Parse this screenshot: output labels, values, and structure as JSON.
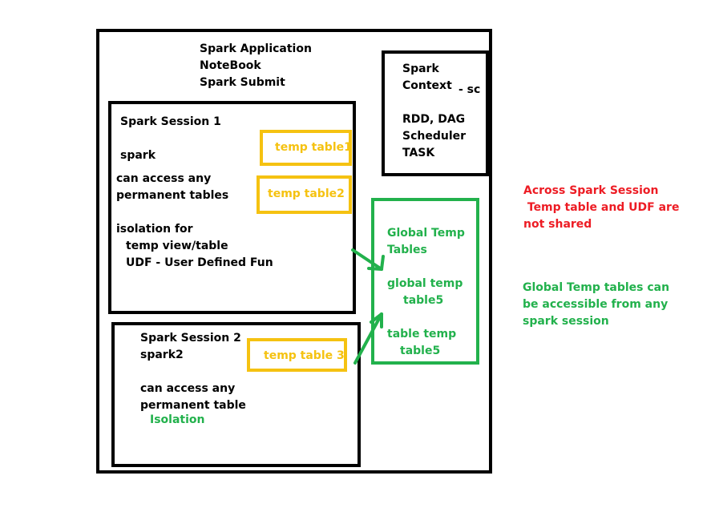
{
  "app": {
    "lines": [
      "Spark Application",
      "NoteBook",
      "Spark Submit"
    ]
  },
  "context": {
    "lines": [
      "Spark",
      "Context",
      "RDD, DAG",
      "Scheduler",
      "TASK"
    ],
    "sc_label": "- sc"
  },
  "session1": {
    "title": "Spark Session   1",
    "var": "spark",
    "access": [
      "can access any",
      "permanent tables"
    ],
    "isolation": [
      "isolation for",
      "temp view/table",
      "UDF - User Defined Fun"
    ],
    "temp_tables": [
      "temp table1",
      "temp table2"
    ]
  },
  "session2": {
    "lines": [
      "Spark Session 2",
      "spark2"
    ],
    "access": [
      "can access any",
      "permanent table"
    ],
    "isolation_label": "Isolation",
    "temp_table": "temp table 3"
  },
  "global_box": {
    "items": [
      [
        "Global Temp",
        "Tables"
      ],
      [
        "global temp",
        "table5"
      ],
      [
        "table temp",
        "table5"
      ]
    ]
  },
  "notes": {
    "red": [
      "Across Spark Session",
      " Temp table and UDF are",
      "not shared"
    ],
    "green": [
      "Global Temp tables can",
      "be accessible from any",
      "spark session"
    ]
  },
  "colors": {
    "border": "#000000",
    "yellow": "#f5c211",
    "green": "#22b14c",
    "red": "#ed1c24"
  }
}
